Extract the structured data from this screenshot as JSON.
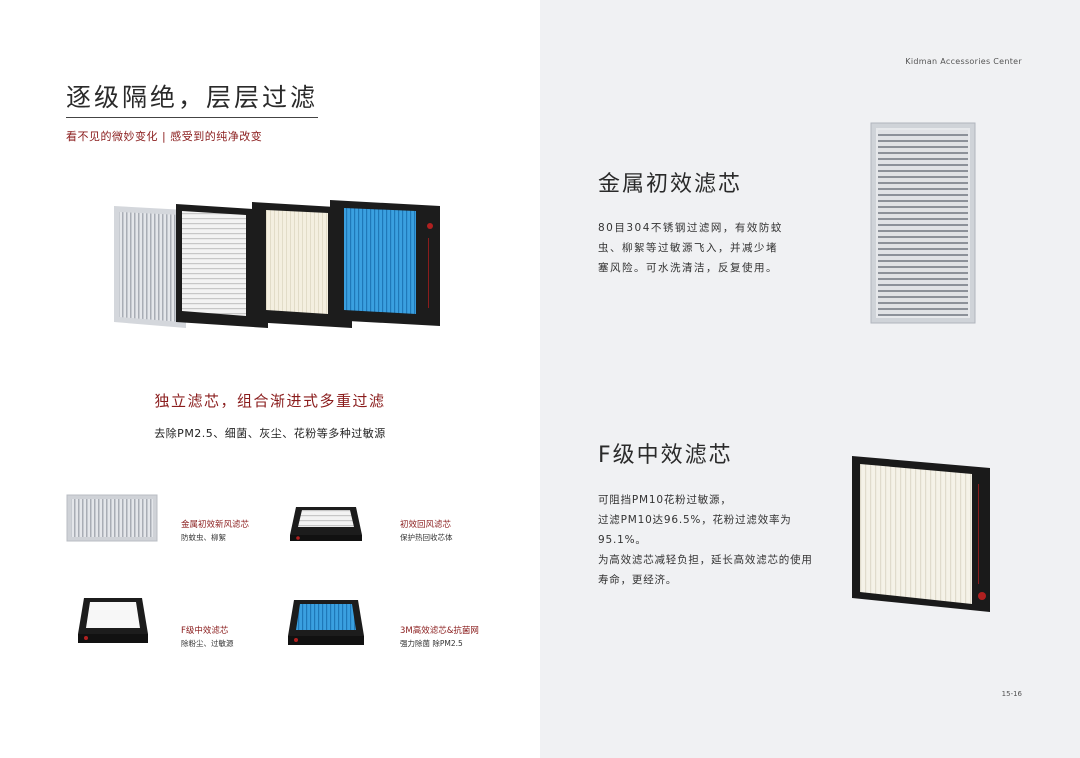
{
  "left": {
    "title": "逐级隔绝，层层过滤",
    "subtitle": "看不见的微妙变化 | 感受到的纯净改变",
    "mid_heading": "独立滤芯，组合渐进式多重过滤",
    "mid_desc": "去除PM2.5、细菌、灰尘、花粉等多种过敏源",
    "items": [
      {
        "name": "金属初效新风滤芯",
        "desc": "防蚊虫、柳絮"
      },
      {
        "name": "初效回风滤芯",
        "desc": "保护热回收芯体"
      },
      {
        "name": "F级中效滤芯",
        "desc": "除粉尘、过敏源"
      },
      {
        "name": "3M高效滤芯&抗菌网",
        "desc": "强力除菌 除PM2.5"
      }
    ]
  },
  "right": {
    "brand": "Kidman Accessories Center",
    "section1": {
      "title": "金属初效滤芯",
      "lines": [
        "80目304不锈钢过滤网，有效防蚊",
        "虫、柳絮等过敏源飞入，并减少堵",
        "塞风险。可水洗清洁，反复使用。"
      ]
    },
    "section2": {
      "title": "F级中效滤芯",
      "lines": [
        "可阻挡PM10花粉过敏源，",
        "过滤PM10达96.5%，花粉过滤效率为",
        "95.1%。",
        "为高效滤芯减轻负担，延长高效滤芯的使用",
        "寿命，更经济。"
      ]
    },
    "page_number": "15-16"
  },
  "colors": {
    "accent_red": "#8a1c1c",
    "right_background": "#f0f1f3",
    "hepa_blue": "#3aa0e0"
  }
}
